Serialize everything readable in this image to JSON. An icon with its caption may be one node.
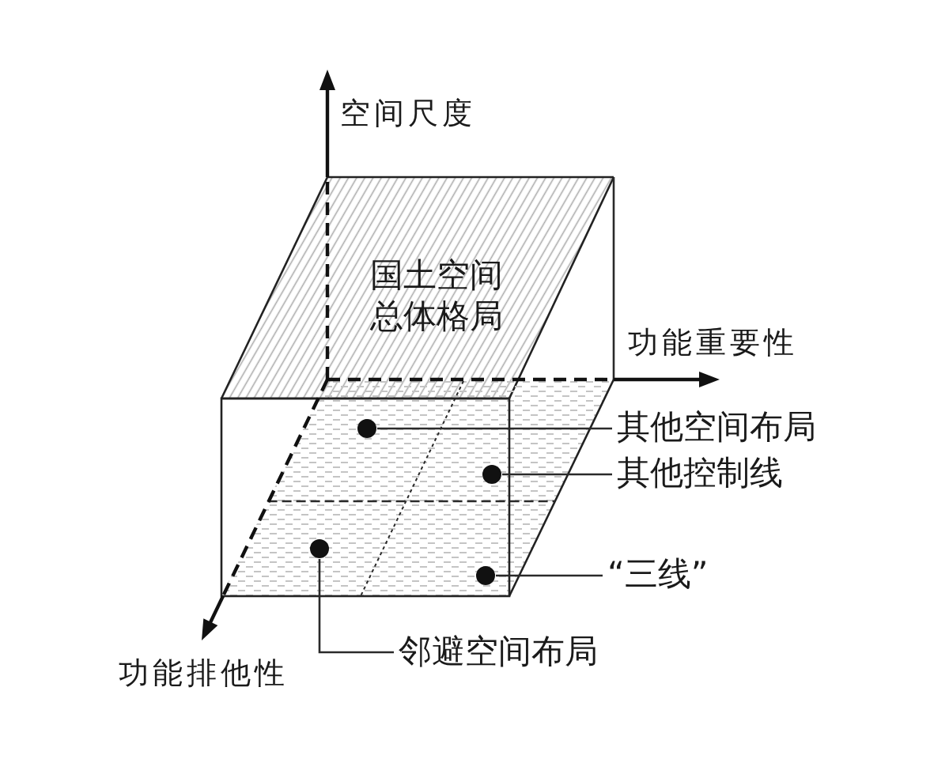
{
  "diagram": {
    "nodes": [
      {
        "text": [
          "国土空间总体格局"
        ]
      },
      {
        "text": [],
        "shape": "parallelogram"
      },
      {
        "text": [],
        "shape": "circle",
        "in": 1
      },
      {
        "text": [],
        "shape": "circle",
        "in": 1
      },
      {
        "text": [],
        "shape": "circle",
        "in": 1
      },
      {
        "text": [],
        "shape": "circle",
        "in": 1
      },
      {
        "text": [
          "其他空间布局"
        ]
      },
      {
        "text": [
          "其他控制线"
        ]
      },
      {
        "text": [
          "“三线”"
        ]
      },
      {
        "text": [
          "邻避空间布局"
        ]
      }
    ],
    "edges": [
      {
        "from": 6,
        "to": 2,
        "arrow": "none"
      },
      {
        "from": 7,
        "to": 3,
        "arrow": "none"
      },
      {
        "from": 8,
        "to": 5,
        "arrow": "none"
      },
      {
        "from": 9,
        "to": 4,
        "arrow": "none"
      }
    ],
    "labels": [
      "空间尺度",
      "功能重要性",
      "功能排他性"
    ]
  }
}
